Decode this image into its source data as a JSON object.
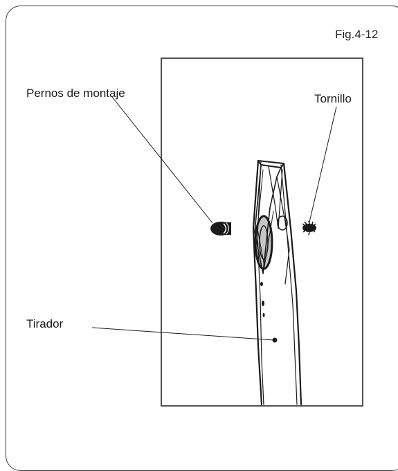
{
  "figure": {
    "id_label": "Fig.4-12",
    "labels": {
      "pernos": "Pernos de montaje",
      "tornillo": "Tornillo",
      "tirador": "Tirador"
    }
  },
  "colors": {
    "ink": "#1a1a1a",
    "frame": "#3a3a3a"
  }
}
